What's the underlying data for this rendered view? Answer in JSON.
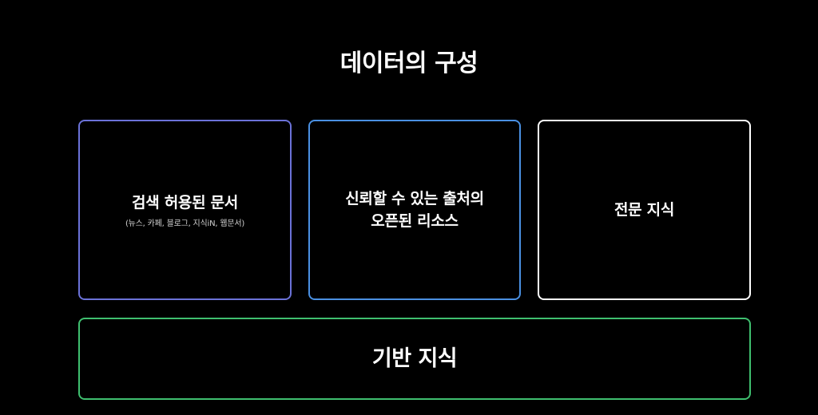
{
  "title": "데이터의 구성",
  "boxes": [
    {
      "lines": [
        "검색 허용된 문서"
      ],
      "subtitle": "(뉴스, 카페, 블로그, 지식iN, 웹문서)",
      "border_color": "#6b72d8"
    },
    {
      "lines": [
        "신뢰할 수 있는 출처의",
        "오픈된 리소스"
      ],
      "border_color": "#4a90e2"
    },
    {
      "lines": [
        "전문 지식"
      ],
      "border_color": "#ffffff"
    }
  ],
  "base": {
    "label": "기반 지식",
    "border_color": "#3fbf6f"
  }
}
